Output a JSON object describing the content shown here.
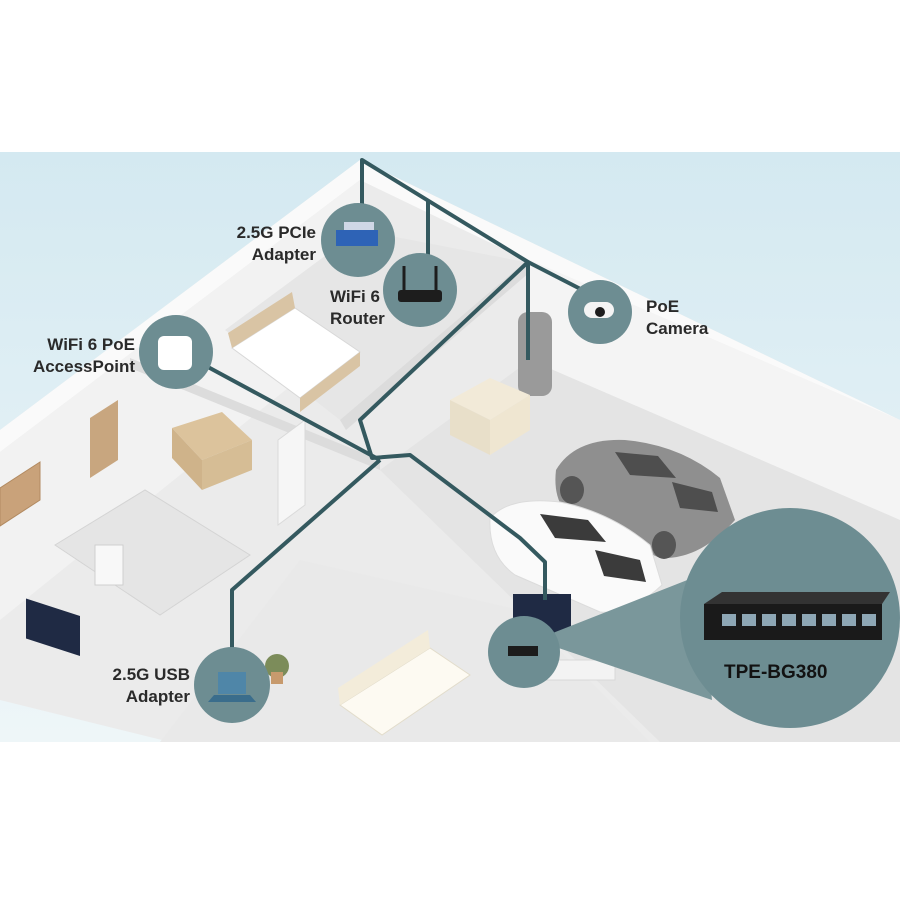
{
  "labels": {
    "pcie": [
      "2.5G PCIe",
      "Adapter"
    ],
    "router": [
      "WiFi 6",
      "Router"
    ],
    "camera": [
      "PoE",
      "Camera"
    ],
    "ap": [
      "WiFi 6 PoE",
      "AccessPoint"
    ],
    "usb": [
      "2.5G USB",
      "Adapter"
    ],
    "switch": "TPE-BG380"
  },
  "icons": {
    "pcie": "pcie-card-icon",
    "router": "wifi-router-icon",
    "camera": "bullet-camera-icon",
    "ap": "access-point-icon",
    "usb": "usb-adapter-laptop-icon",
    "switch": "poe-switch-icon"
  },
  "colors": {
    "cable": "#34595f",
    "badge": "#6d8d92",
    "sky": "#dfeef3",
    "floor": "#ececec",
    "wall": "#f7f7f7"
  }
}
